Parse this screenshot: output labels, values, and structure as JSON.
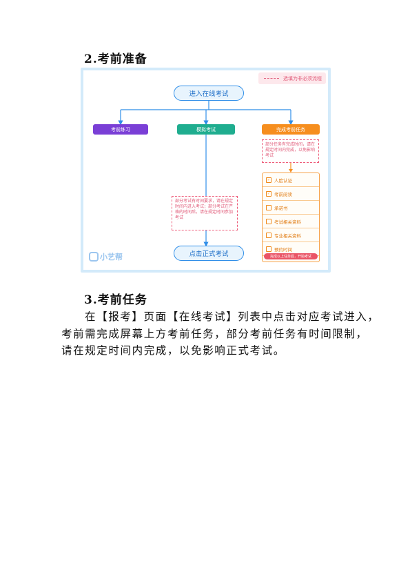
{
  "sections": {
    "heading_2": "2.考前准备",
    "heading_3": "3.考前任务",
    "paragraph_lines": [
      "在【报考】页面【在线考试】列表中点击对应考试进入，",
      "考前需完成屏幕上方考前任务，部分考前任务有时间限制，",
      "请在规定时间内完成，以免影响正式考试。"
    ]
  },
  "diagram": {
    "legend": "选填为非必须流程",
    "start": "进入在线考试",
    "branches": [
      "考前练习",
      "模拟考试",
      "完成考前任务"
    ],
    "note_right": "部分任务有完成时间，请在规定时间内完成，以免影响考试",
    "note_left": "部分考试有时间要求，请在规定时间内进入考试；部分考试在严格的时间后，请在规定时间参加考试",
    "tasks": [
      "人脸认证",
      "考前阅读",
      "承诺书",
      "考试相关资料",
      "专业相关资料",
      "预约时间"
    ],
    "task_footer": "完成以上任务后，开始考试",
    "end": "点击正式考试",
    "logo": "小艺帮",
    "colors": {
      "practice": "#7a3fd6",
      "mock": "#1fad8f",
      "task": "#f68e1e",
      "accent": "#2f8ee8"
    }
  }
}
